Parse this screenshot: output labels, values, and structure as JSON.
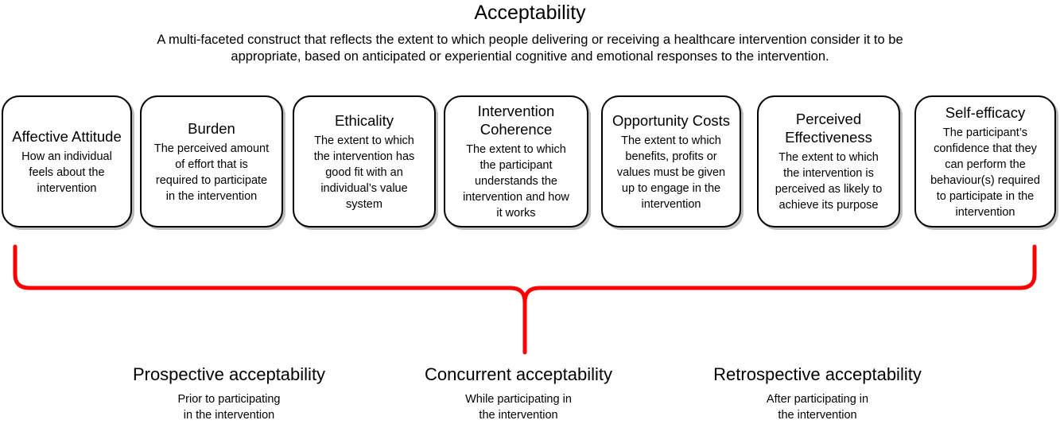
{
  "title": "Acceptability",
  "definition_line1": "A multi-faceted construct that reflects the extent to which people delivering or receiving a healthcare intervention consider it to be",
  "definition_line2": "appropriate, based on anticipated or experiential cognitive and emotional responses to the intervention.",
  "constructs": [
    {
      "title_lines": [
        "Affective Attitude"
      ],
      "desc_lines": [
        "How an individual",
        "feels about the",
        "intervention"
      ]
    },
    {
      "title_lines": [
        "Burden"
      ],
      "desc_lines": [
        "The perceived amount",
        "of effort that is",
        "required to participate",
        "in the intervention"
      ]
    },
    {
      "title_lines": [
        "Ethicality"
      ],
      "desc_lines": [
        "The extent to which",
        "the intervention has",
        "good fit with an",
        "individual’s value",
        "system"
      ]
    },
    {
      "title_lines": [
        "Intervention",
        "Coherence"
      ],
      "desc_lines": [
        "The extent to which",
        "the participant",
        "understands the",
        "intervention and how",
        "it works"
      ]
    },
    {
      "title_lines": [
        "Opportunity Costs"
      ],
      "desc_lines": [
        "The extent to which",
        "benefits, profits or",
        "values must be given",
        "up to engage in the",
        "intervention"
      ]
    },
    {
      "title_lines": [
        "Perceived",
        "Effectiveness"
      ],
      "desc_lines": [
        "The extent to which",
        "the intervention is",
        "perceived as likely to",
        "achieve its purpose"
      ]
    },
    {
      "title_lines": [
        "Self-efficacy"
      ],
      "desc_lines": [
        "The participant’s",
        "confidence that they",
        "can perform the",
        "behaviour(s) required",
        "to participate in the",
        "intervention"
      ]
    }
  ],
  "phases": [
    {
      "title": "Prospective acceptability",
      "desc_lines": [
        "Prior to participating",
        "in the intervention"
      ]
    },
    {
      "title": "Concurrent acceptability",
      "desc_lines": [
        "While participating in",
        "the intervention"
      ]
    },
    {
      "title": "Retrospective acceptability",
      "desc_lines": [
        "After participating in",
        "the intervention"
      ]
    }
  ],
  "colors": {
    "brace": "#ff0000",
    "card_border": "#000000",
    "card_shadow": "#bdbdbd"
  }
}
